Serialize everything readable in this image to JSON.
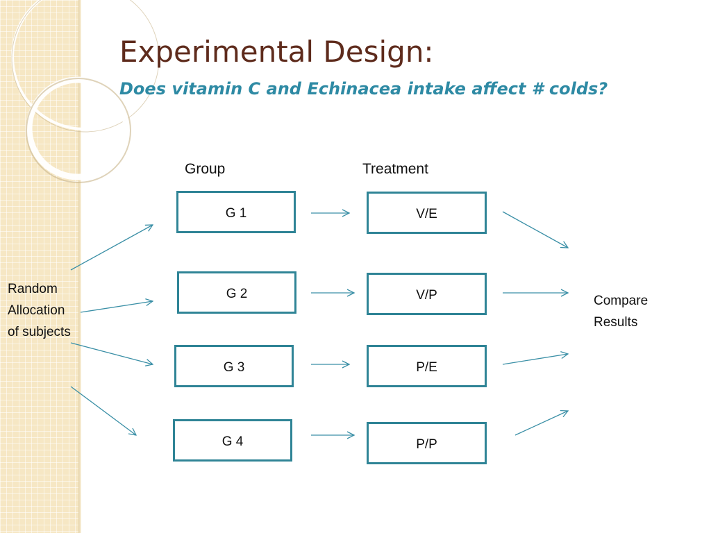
{
  "slide": {
    "title": "Experimental Design:",
    "subtitle": "Does vitamin C and Echinacea intake affect # colds?"
  },
  "diagram": {
    "group_header": "Group",
    "treatment_header": "Treatment",
    "allocation_lines": [
      "Random",
      "Allocation",
      "of subjects"
    ],
    "groups": [
      "G 1",
      "G 2",
      "G 3",
      "G 4"
    ],
    "treatments": [
      "V/E",
      "V/P",
      "P/E",
      "P/P"
    ],
    "result_lines": [
      "Compare",
      "Results"
    ]
  },
  "colors": {
    "title": "#5e2b1c",
    "subtitle": "#2e8aa4",
    "box_border": "#2f8496",
    "arrow": "#3a8fa6",
    "sidebar": "#f6e7c4"
  }
}
